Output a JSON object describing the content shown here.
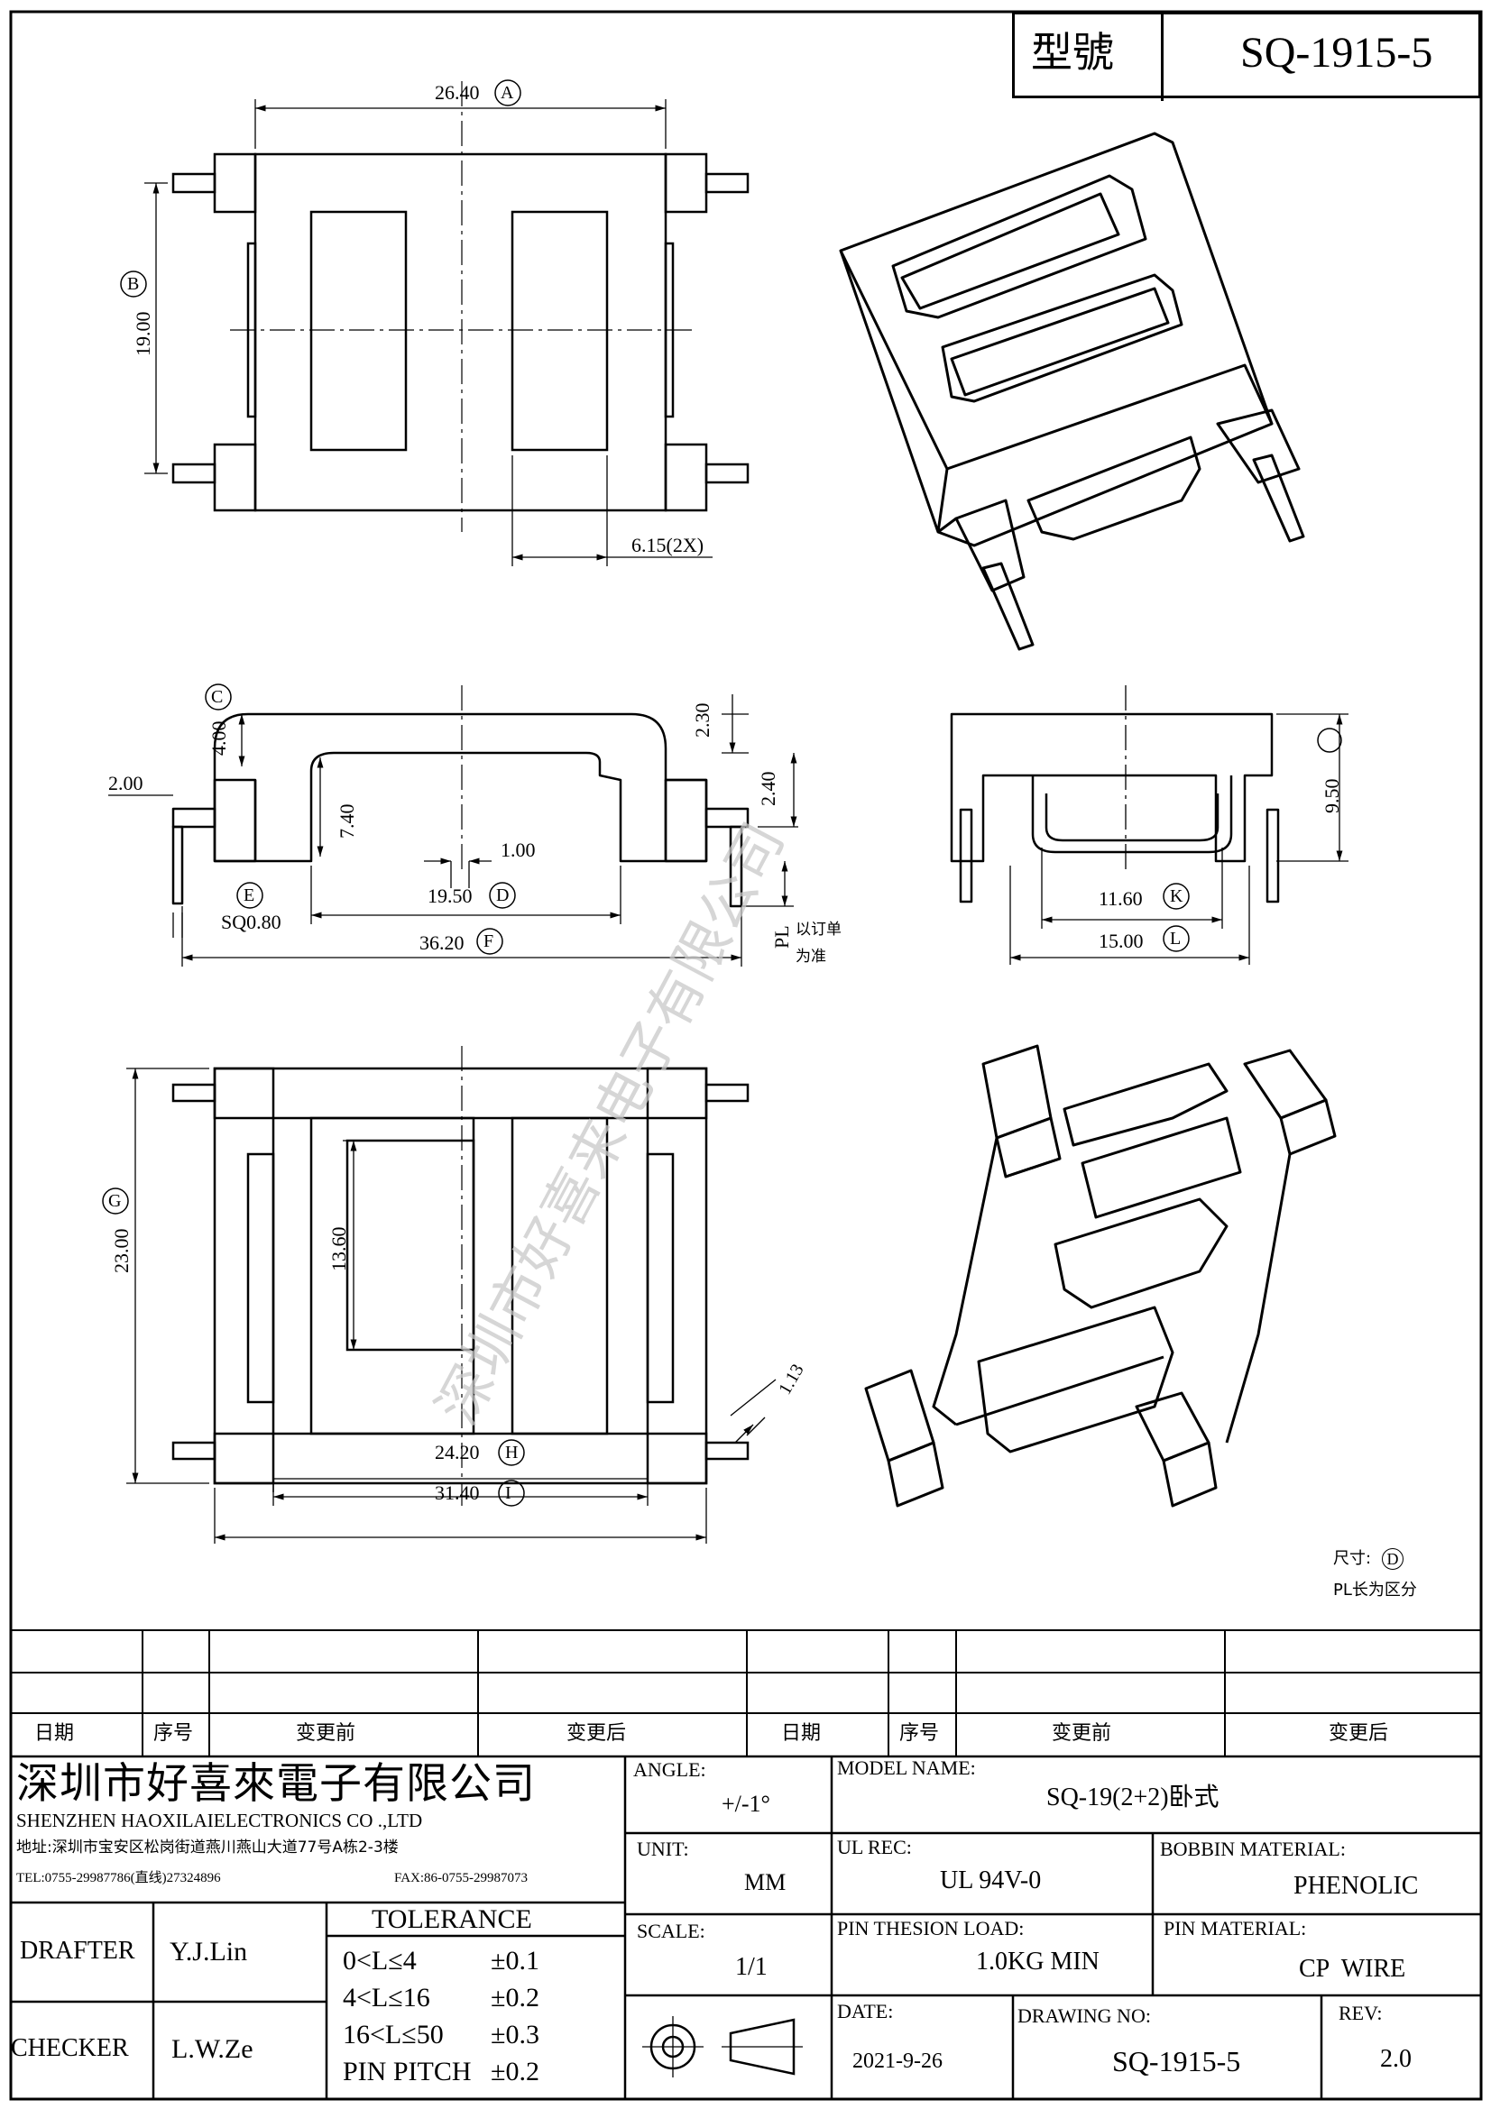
{
  "header": {
    "model_label": "型號",
    "model_value": "SQ-1915-5"
  },
  "drawing": {
    "top_view": {
      "dim_a": "26.40",
      "tag_a": "A",
      "dim_b": "19.00",
      "tag_b": "B",
      "dim_window": "6.15(2X)"
    },
    "side_view": {
      "tag_c": "C",
      "dim_c": "4.00",
      "dim_top": "2.30",
      "dim_pin_off": "2.40",
      "dim_left": "2.00",
      "dim_inner_h": "7.40",
      "dim_slot": "1.00",
      "dim_d": "19.50",
      "tag_d": "D",
      "tag_e": "E",
      "dim_e": "SQ0.80",
      "dim_f": "36.20",
      "tag_f": "F",
      "pl_label": "PL",
      "pl_note_1": "以订单",
      "pl_note_2": "为准"
    },
    "end_view": {
      "dim_j": "9.50",
      "dim_k": "11.60",
      "tag_k": "K",
      "dim_l": "15.00",
      "tag_l": "L"
    },
    "bottom_view": {
      "tag_g": "G",
      "dim_g": "23.00",
      "dim_inner": "13.60",
      "dim_pin": "1.13",
      "dim_h": "24.20",
      "tag_h": "H",
      "dim_i": "31.40",
      "tag_i": "I"
    },
    "notes": {
      "size_label": "尺寸:",
      "size_tag": "D",
      "pl_diff": "PL长为区分"
    },
    "watermark": "深圳市好喜来电子有限公司"
  },
  "revision_table": {
    "headers": [
      "日期",
      "序号",
      "变更前",
      "变更后",
      "日期",
      "序号",
      "变更前",
      "变更后"
    ]
  },
  "company": {
    "name_cn": "深圳市好喜來電子有限公司",
    "name_en": "SHENZHEN HAOXILAIELECTRONICS CO .,LTD",
    "address": "地址:深圳市宝安区松岗街道燕川燕山大道77号A栋2-3楼",
    "tel": "TEL:0755-29987786(直线)27324896",
    "fax": "FAX:86-0755-29987073"
  },
  "people": {
    "drafter_label": "DRAFTER",
    "drafter": "Y.J.Lin",
    "checker_label": "CHECKER",
    "checker": "L.W.Ze"
  },
  "tolerance": {
    "title": "TOLERANCE",
    "rows": [
      {
        "range": "0<L≤4",
        "value": "±0.1"
      },
      {
        "range": "4<L≤16",
        "value": "±0.2"
      },
      {
        "range": "16<L≤50",
        "value": "±0.3"
      },
      {
        "range": "PIN PITCH",
        "value": "±0.2"
      }
    ]
  },
  "specs": {
    "angle_label": "ANGLE:",
    "angle": "+/-1°",
    "unit_label": "UNIT:",
    "unit": "MM",
    "scale_label": "SCALE:",
    "scale": "1/1",
    "model_name_label": "MODEL NAME:",
    "model_name": "SQ-19(2+2)卧式",
    "ul_rec_label": "UL REC:",
    "ul_rec": "UL 94V-0",
    "bobbin_label": "BOBBIN MATERIAL:",
    "bobbin": "PHENOLIC",
    "tension_label": "PIN THESION LOAD:",
    "tension": "1.0KG MIN",
    "pin_mat_label": "PIN MATERIAL:",
    "pin_mat": "CP  WIRE",
    "date_label": "DATE:",
    "date": "2021-9-26",
    "drawing_no_label": "DRAWING NO:",
    "drawing_no": "SQ-1915-5",
    "rev_label": "REV:",
    "rev": "2.0"
  }
}
